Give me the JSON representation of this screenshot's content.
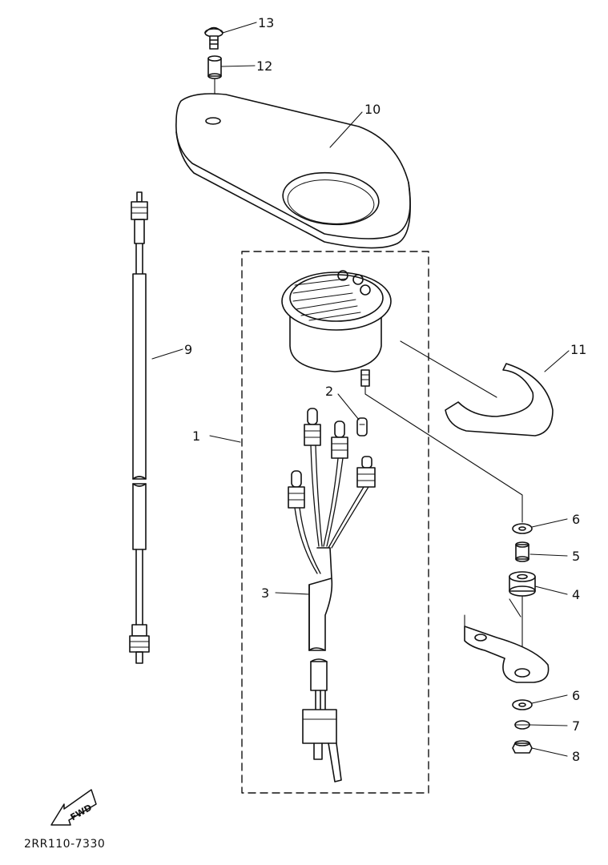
{
  "diagram": {
    "diagram_code": "2RR110-7330",
    "fwd_label": "FWD",
    "part_labels": {
      "p1": "1",
      "p2": "2",
      "p3": "3",
      "p4": "4",
      "p5": "5",
      "p6a": "6",
      "p6b": "6",
      "p7": "7",
      "p8": "8",
      "p9": "9",
      "p10": "10",
      "p11": "11",
      "p12": "12",
      "p13": "13"
    }
  }
}
